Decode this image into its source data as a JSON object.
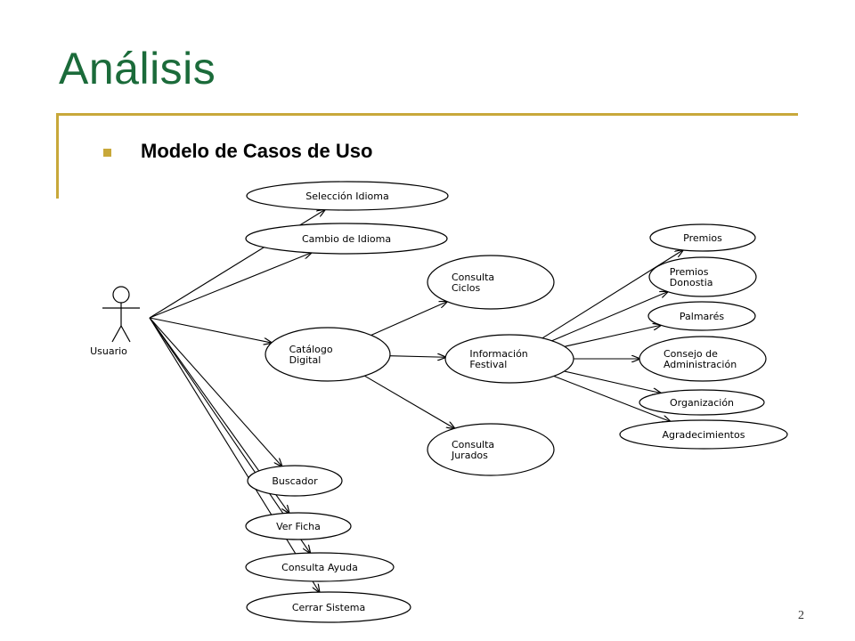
{
  "slide": {
    "title": "Análisis",
    "subtitle": "Modelo de Casos de Uso",
    "page_number": "2"
  },
  "colors": {
    "title": "#1b6b3a",
    "accent": "#c8a83a"
  },
  "diagram": {
    "actor": "Usuario",
    "use_cases": {
      "seleccion_idioma": [
        "Selección Idioma"
      ],
      "cambio_idioma": [
        "Cambio de Idioma"
      ],
      "catalogo_digital": [
        "Catálogo",
        "Digital"
      ],
      "buscador": [
        "Buscador"
      ],
      "ver_ficha": [
        "Ver Ficha"
      ],
      "consulta_ayuda": [
        "Consulta Ayuda"
      ],
      "cerrar_sistema": [
        "Cerrar Sistema"
      ],
      "consulta_ciclos": [
        "Consulta",
        "Ciclos"
      ],
      "informacion_festival": [
        "Información",
        "Festival"
      ],
      "consulta_jurados": [
        "Consulta",
        "Jurados"
      ],
      "premios": [
        "Premios"
      ],
      "premios_donostia": [
        "Premios",
        "Donostia"
      ],
      "palmares": [
        "Palmarés"
      ],
      "consejo_administracion": [
        "Consejo de",
        "Administración"
      ],
      "organizacion": [
        "Organización"
      ],
      "agradecimientos": [
        "Agradecimientos"
      ]
    }
  }
}
